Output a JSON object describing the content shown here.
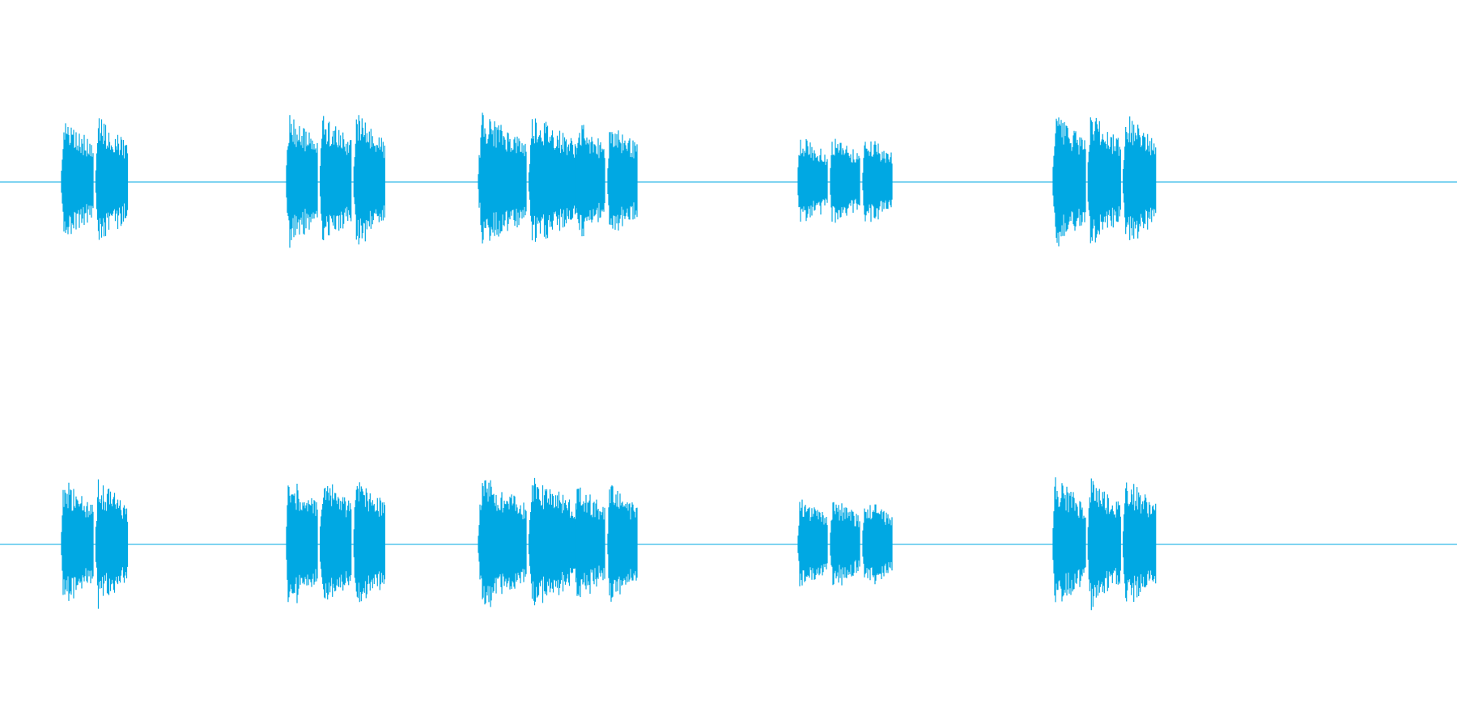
{
  "waveform": {
    "color": "#00a8e3",
    "channels": [
      "left",
      "right"
    ],
    "bursts": [
      {
        "segments": 2,
        "amplitude": 0.9
      },
      {
        "segments": 3,
        "amplitude": 0.95
      },
      {
        "segments": 2,
        "amplitude": 0.95
      },
      {
        "segments": 2,
        "amplitude": 0.85
      },
      {
        "segments": 3,
        "amplitude": 0.65
      },
      {
        "segments": 3,
        "amplitude": 0.95
      }
    ]
  }
}
